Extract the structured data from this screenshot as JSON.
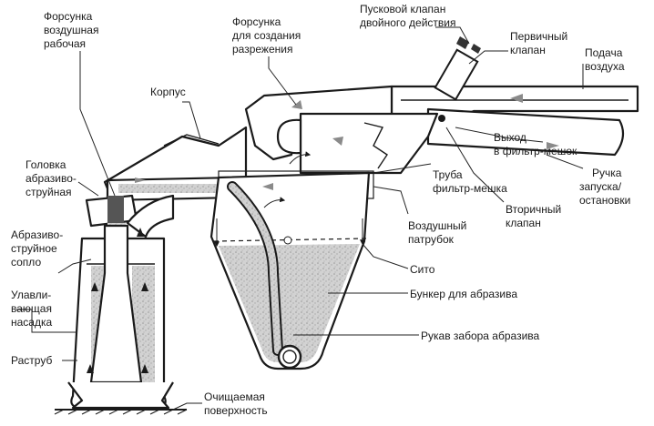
{
  "labels": {
    "nozzle_air_working": [
      "Форсунка",
      "воздушная",
      "рабочая"
    ],
    "housing": [
      "Корпус"
    ],
    "nozzle_vacuum": [
      "Форсунка",
      "для создания",
      "разрежения"
    ],
    "trigger_valve": [
      "Пусковой клапан",
      "двойного действия"
    ],
    "primary_valve": [
      "Первичный",
      "клапан"
    ],
    "air_supply": [
      "Подача",
      "воздуха"
    ],
    "blast_head": [
      "Головка",
      "абразиво-",
      "струйная"
    ],
    "exit_filter_bag": [
      "Выход",
      "в фильтр-мешок"
    ],
    "filter_bag_tube": [
      "Труба",
      "фильтр-мешка"
    ],
    "start_stop_handle": [
      "Ручка",
      "запуска/",
      "остановки"
    ],
    "secondary_valve": [
      "Вторичный",
      "клапан"
    ],
    "air_pipe": [
      "Воздушный",
      "патрубок"
    ],
    "blast_nozzle": [
      "Абразиво-",
      "струйное",
      "сопло"
    ],
    "sieve": [
      "Сито"
    ],
    "catch_attachment": [
      "Улавли-",
      "вающая",
      "насадка"
    ],
    "abrasive_hopper": [
      "Бункер для абразива"
    ],
    "abrasive_hose": [
      "Рукав забора абразива"
    ],
    "bell": [
      "Раструб"
    ],
    "surface": [
      "Очищаемая",
      "поверхность"
    ]
  }
}
